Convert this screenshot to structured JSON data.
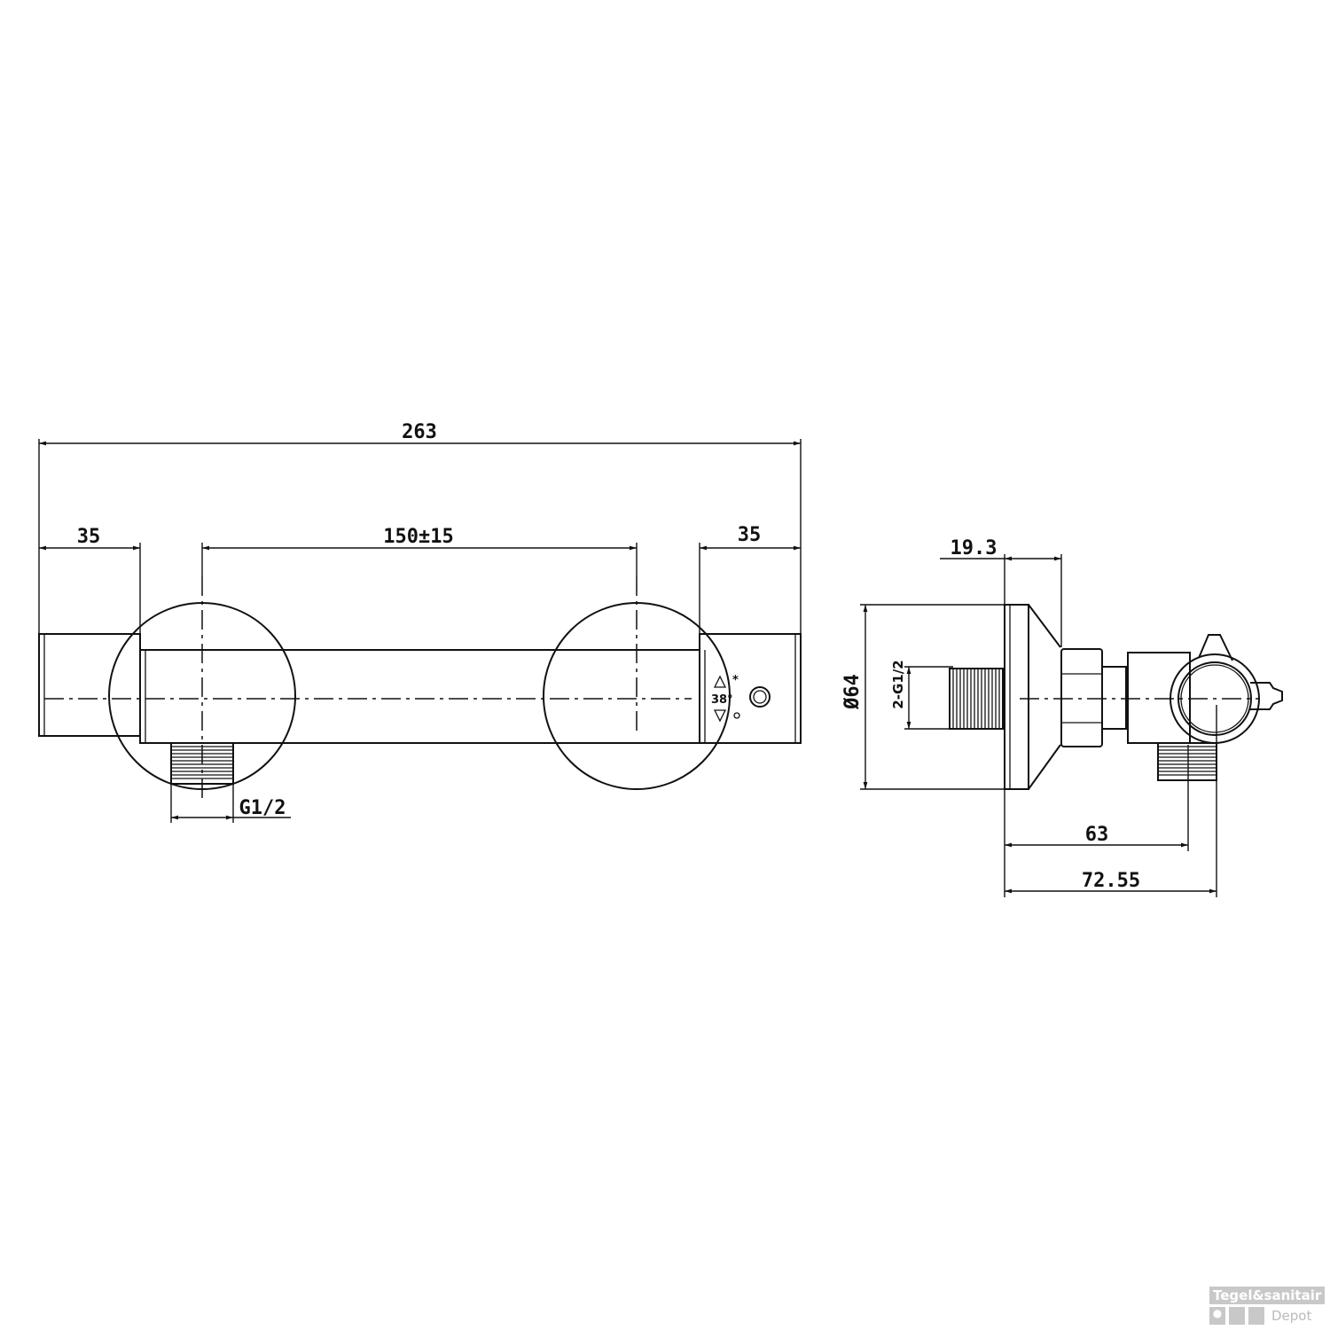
{
  "front_view": {
    "overall_width": "263",
    "left_cap": "35",
    "center_distance": "150±15",
    "right_cap": "35",
    "outlet_thread": "G1/2",
    "temperature_mark": "38°"
  },
  "side_view": {
    "escutcheon_offset": "19.3",
    "escutcheon_diameter": "Ø64",
    "inlet_thread": "2-G1/2",
    "outlet_depth": "63",
    "overall_depth": "72.55"
  },
  "watermark": {
    "line1": "Tegel&sanitair",
    "line2": "Depot"
  },
  "colors": {
    "line": "#111111",
    "background": "#ffffff",
    "watermark": "#c8c8c8"
  }
}
